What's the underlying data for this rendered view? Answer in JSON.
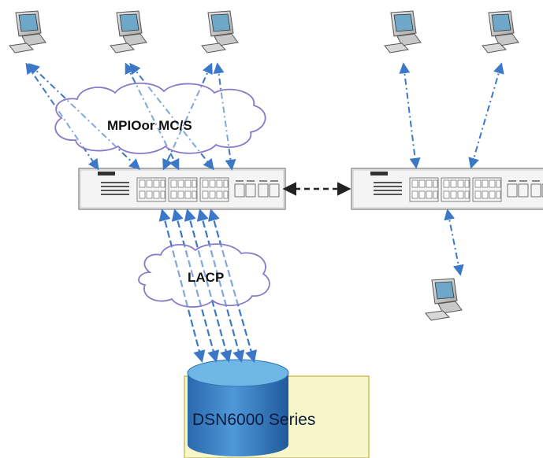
{
  "clouds": {
    "mpio_label": "MPIOor MC/S",
    "lacp_label": "LACP"
  },
  "storage": {
    "label": "DSN6000 Series"
  },
  "colors": {
    "link_blue": "#3c78c8",
    "link_black": "#222222",
    "cloud_outline": "#8a78c8",
    "cloud_fill": "#ffffff",
    "storage_box": "#f6f6c8",
    "storage_box_border": "#c8c060",
    "cylinder_top": "#6fb8e6",
    "cylinder_body": "#3f86c9",
    "switch_body": "#f4f4f4"
  },
  "icons": {
    "computer": "desktop-computer-icon",
    "switch": "network-switch-icon",
    "storage": "storage-cylinder-icon",
    "cloud": "cloud-shape"
  }
}
